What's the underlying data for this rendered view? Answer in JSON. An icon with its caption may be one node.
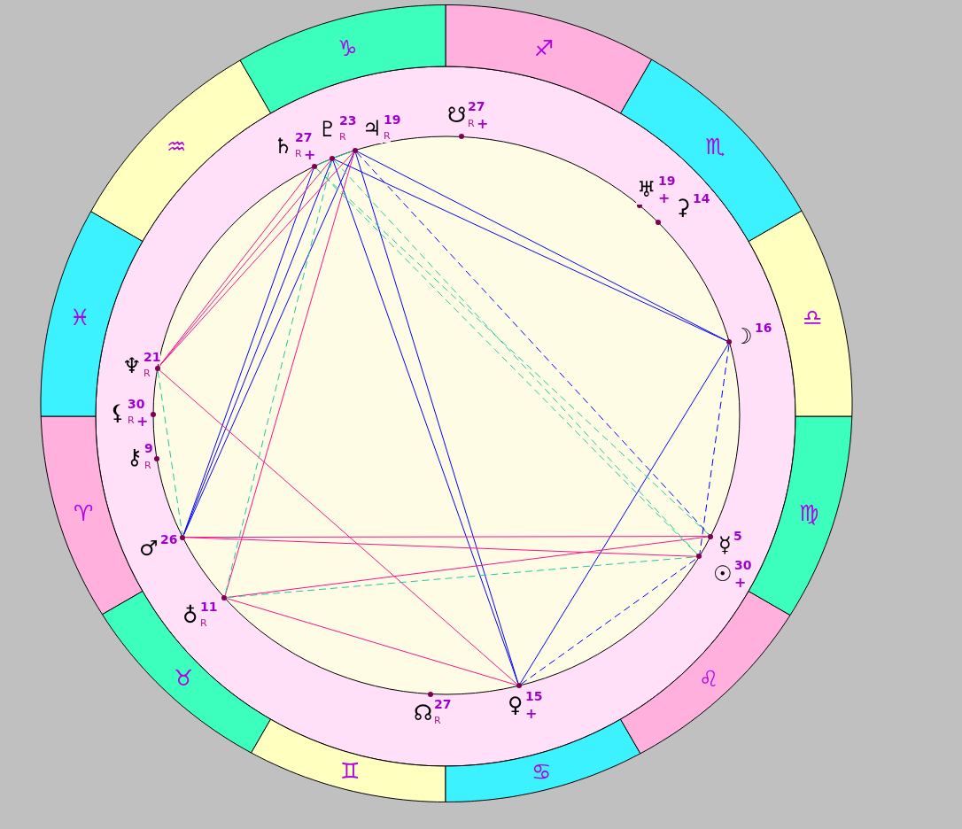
{
  "diagram": {
    "nodes": [
      {
        "text": [
          "♈"
        ]
      },
      {
        "text": [
          "♉"
        ]
      },
      {
        "text": [
          "♊"
        ]
      },
      {
        "text": [
          "♋"
        ]
      },
      {
        "text": [
          "♌"
        ]
      },
      {
        "text": [
          "♍"
        ]
      },
      {
        "text": [
          "♎"
        ]
      },
      {
        "text": [
          "♏"
        ]
      },
      {
        "text": [
          "♐"
        ]
      },
      {
        "text": [
          "♑"
        ]
      },
      {
        "text": [
          "♒"
        ]
      },
      {
        "text": [
          "♓"
        ]
      },
      {
        "text": [],
        "shape": "circle",
        "beside": [
          "♃",
          "19",
          "R"
        ]
      },
      {
        "text": [],
        "shape": "circle",
        "beside": [
          "♄",
          "27",
          "R",
          "+"
        ]
      },
      {
        "text": [],
        "shape": "circle",
        "beside": [
          "♇",
          "23",
          "R"
        ]
      },
      {
        "text": [],
        "shape": "circle",
        "beside": [
          "☋",
          "27",
          "R",
          "+"
        ]
      },
      {
        "text": [],
        "shape": "circle",
        "beside": [
          "♅",
          "19",
          "+"
        ]
      },
      {
        "text": [],
        "shape": "circle",
        "beside": [
          "⚳",
          "14"
        ]
      },
      {
        "text": [],
        "shape": "circle",
        "beside": [
          "☽",
          "16"
        ]
      },
      {
        "text": [],
        "shape": "circle",
        "beside": [
          "♆",
          "21",
          "R"
        ]
      },
      {
        "text": [],
        "shape": "circle",
        "beside": [
          "⚸",
          "30",
          "R",
          "+"
        ]
      },
      {
        "text": [],
        "shape": "circle",
        "beside": [
          "⚷",
          "9",
          "R"
        ]
      },
      {
        "text": [],
        "shape": "circle",
        "beside": [
          "☿",
          "5"
        ]
      },
      {
        "text": [],
        "shape": "circle",
        "beside": [
          "♂",
          "26"
        ]
      },
      {
        "text": [],
        "shape": "circle",
        "beside": [
          "☉",
          "30",
          "+"
        ]
      },
      {
        "text": [],
        "shape": "circle",
        "beside": [
          "♁",
          "11",
          "R"
        ]
      },
      {
        "text": [],
        "shape": "circle",
        "beside": [
          "☊",
          "27",
          "R"
        ]
      },
      {
        "text": [],
        "shape": "circle",
        "beside": [
          "♀",
          "15",
          "+"
        ]
      }
    ],
    "edges": [
      {
        "from": 12,
        "to": 18,
        "arrow": "none"
      },
      {
        "from": 14,
        "to": 18,
        "arrow": "none"
      },
      {
        "from": 12,
        "to": 27,
        "arrow": "none"
      },
      {
        "from": 14,
        "to": 27,
        "arrow": "none"
      },
      {
        "from": 12,
        "to": 23,
        "arrow": "none"
      },
      {
        "from": 14,
        "to": 23,
        "arrow": "none"
      },
      {
        "from": 13,
        "to": 23,
        "arrow": "none"
      },
      {
        "from": 18,
        "to": 27,
        "arrow": "none"
      },
      {
        "from": 12,
        "to": 22,
        "arrow": "none",
        "style": "dashed"
      },
      {
        "from": 18,
        "to": 24,
        "arrow": "none",
        "style": "dashed"
      },
      {
        "from": 27,
        "to": 24,
        "arrow": "none",
        "style": "dashed"
      },
      {
        "from": 13,
        "to": 19,
        "arrow": "none",
        "color": "#ff108c"
      },
      {
        "from": 14,
        "to": 19,
        "arrow": "none",
        "color": "#ff108c"
      },
      {
        "from": 12,
        "to": 19,
        "arrow": "none",
        "color": "#ff108c"
      },
      {
        "from": 12,
        "to": 25,
        "arrow": "none",
        "color": "#ff108c"
      },
      {
        "from": 23,
        "to": 22,
        "arrow": "none",
        "color": "#ff108c"
      },
      {
        "from": 23,
        "to": 24,
        "arrow": "none",
        "color": "#ff108c"
      },
      {
        "from": 25,
        "to": 22,
        "arrow": "none",
        "color": "#ff108c"
      },
      {
        "from": 25,
        "to": 27,
        "arrow": "none",
        "color": "#ff108c"
      },
      {
        "from": 19,
        "to": 27,
        "arrow": "none",
        "color": "#ff108c"
      },
      {
        "from": 13,
        "to": 14,
        "arrow": "none",
        "color": "#20c8a0"
      },
      {
        "from": 14,
        "to": 12,
        "arrow": "none",
        "color": "#20c8a0"
      },
      {
        "from": 14,
        "to": 25,
        "arrow": "none",
        "style": "dashed",
        "color": "#20c8a0"
      },
      {
        "from": 19,
        "to": 23,
        "arrow": "none",
        "style": "dashed",
        "color": "#20c8a0"
      },
      {
        "from": 25,
        "to": 24,
        "arrow": "none",
        "style": "dashed",
        "color": "#20c8a0"
      },
      {
        "from": 13,
        "to": 22,
        "arrow": "none",
        "style": "dashed",
        "color": "#20c8a0"
      },
      {
        "from": 14,
        "to": 24,
        "arrow": "none",
        "style": "dashed",
        "color": "#20c8a0"
      },
      {
        "from": 13,
        "to": 24,
        "arrow": "none",
        "style": "dashed",
        "color": "#20c8a0"
      }
    ]
  }
}
